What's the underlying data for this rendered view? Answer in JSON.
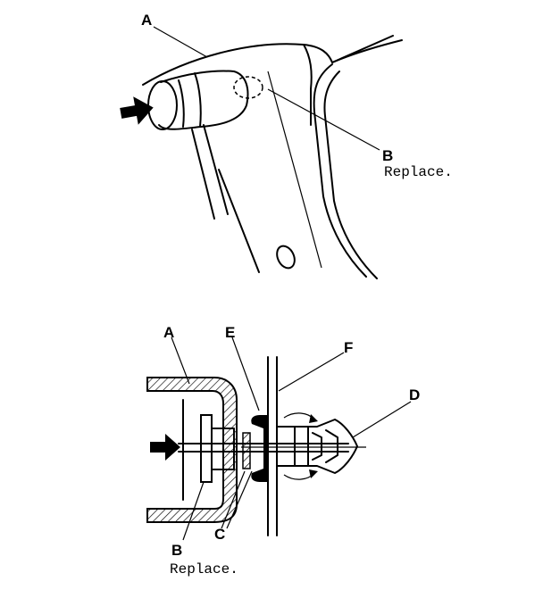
{
  "top_view": {
    "label_a": "A",
    "label_b": "B",
    "note_b": "Replace."
  },
  "section_view": {
    "label_a": "A",
    "label_b": "B",
    "label_c": "C",
    "label_d": "D",
    "label_e": "E",
    "label_f": "F",
    "note_b": "Replace."
  },
  "colors": {
    "ink": "#000000",
    "paper": "#ffffff"
  }
}
